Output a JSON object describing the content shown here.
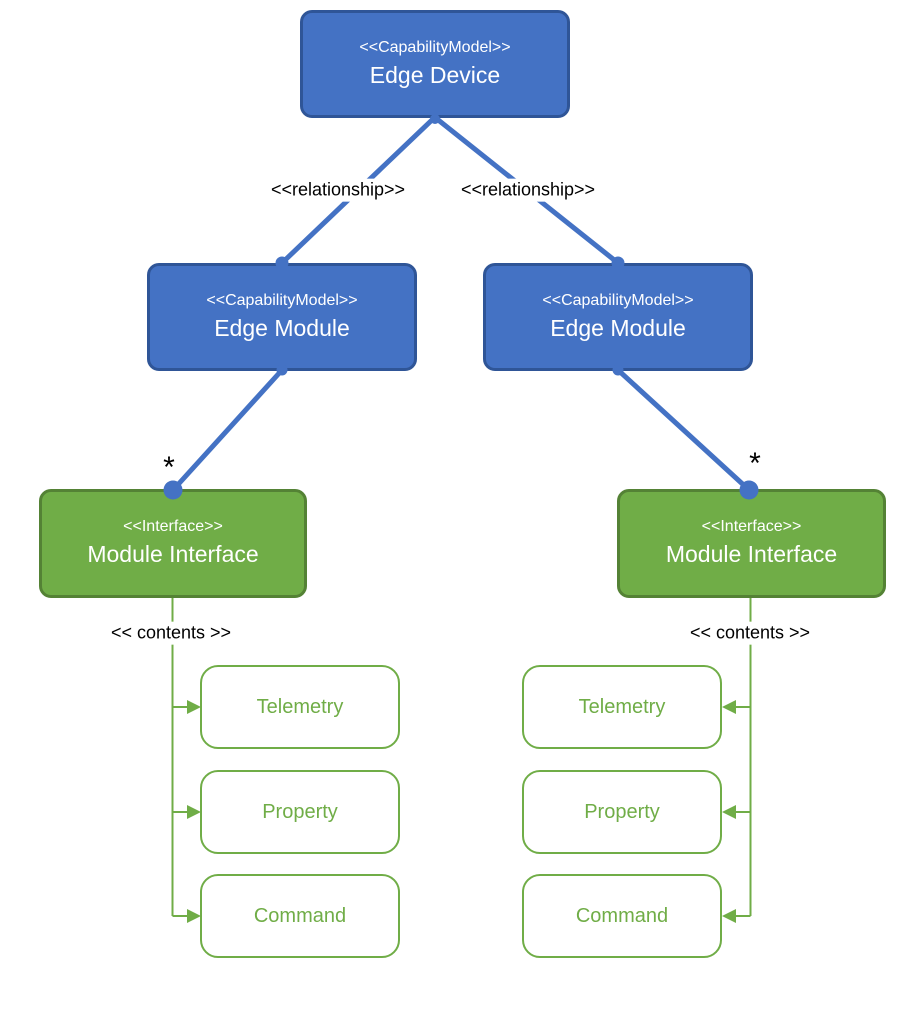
{
  "colors": {
    "blue_fill": "#4472C4",
    "blue_border": "#2F5597",
    "green_fill": "#70AD47",
    "green_border": "#548235",
    "leaf_border": "#70AD47",
    "leaf_text": "#70AD47",
    "annotation_text": "#000000",
    "node_text": "#FFFFFF",
    "background": "#FFFFFF"
  },
  "nodes": {
    "edge_device": {
      "stereotype": "<<CapabilityModel>>",
      "name": "Edge Device"
    },
    "edge_module_left": {
      "stereotype": "<<CapabilityModel>>",
      "name": "Edge Module"
    },
    "edge_module_right": {
      "stereotype": "<<CapabilityModel>>",
      "name": "Edge Module"
    },
    "module_interface_left": {
      "stereotype": "<<Interface>>",
      "name": "Module Interface"
    },
    "module_interface_right": {
      "stereotype": "<<Interface>>",
      "name": "Module Interface"
    }
  },
  "annotations": {
    "relationship_left": "<<relationship>>",
    "relationship_right": "<<relationship>>",
    "multiplicity_left": "*",
    "multiplicity_right": "*",
    "contents_left": "<< contents >>",
    "contents_right": "<< contents >>"
  },
  "trees": {
    "left": {
      "items": [
        "Telemetry",
        "Property",
        "Command"
      ]
    },
    "right": {
      "items": [
        "Telemetry",
        "Property",
        "Command"
      ]
    }
  }
}
